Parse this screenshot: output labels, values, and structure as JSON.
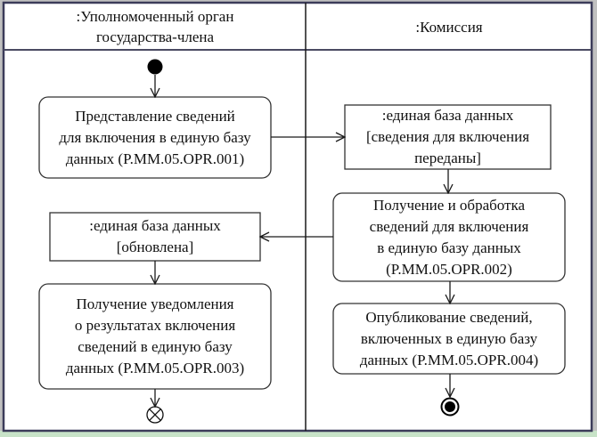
{
  "diagram": {
    "type": "UML activity diagram with swimlanes",
    "lanes": [
      {
        "id": "lane-member-state",
        "title_lines": [
          ":Уполномоченный орган",
          "государства-члена"
        ]
      },
      {
        "id": "lane-commission",
        "title_lines": [
          ":Комиссия"
        ]
      }
    ],
    "nodes": {
      "initial": {
        "kind": "initial-node",
        "lane": "lane-member-state"
      },
      "act1": {
        "kind": "action",
        "lane": "lane-member-state",
        "lines": [
          "Представление сведений",
          "для включения в единую базу",
          "данных (P.MM.05.OPR.001)"
        ]
      },
      "obj1": {
        "kind": "object",
        "lane": "lane-commission",
        "lines": [
          ":единая база данных",
          "[сведения для включения",
          "переданы]"
        ]
      },
      "act2": {
        "kind": "action",
        "lane": "lane-commission",
        "lines": [
          "Получение и обработка",
          "сведений для включения",
          "в единую базу данных",
          "(P.MM.05.OPR.002)"
        ]
      },
      "obj2": {
        "kind": "object",
        "lane": "lane-member-state",
        "lines": [
          ":единая база данных",
          "[обновлена]"
        ]
      },
      "act3": {
        "kind": "action",
        "lane": "lane-member-state",
        "lines": [
          "Получение уведомления",
          "о результатах включения",
          "сведений в единую базу",
          "данных (P.MM.05.OPR.003)"
        ]
      },
      "act4": {
        "kind": "action",
        "lane": "lane-commission",
        "lines": [
          "Опубликование сведений,",
          "включенных в единую базу",
          "данных (P.MM.05.OPR.004)"
        ]
      },
      "flow_final": {
        "kind": "flow-final-node",
        "lane": "lane-member-state"
      },
      "activity_final": {
        "kind": "activity-final-node",
        "lane": "lane-commission"
      }
    },
    "edges": [
      {
        "from": "initial",
        "to": "act1"
      },
      {
        "from": "act1",
        "to": "obj1"
      },
      {
        "from": "obj1",
        "to": "act2"
      },
      {
        "from": "act2",
        "to": "obj2"
      },
      {
        "from": "obj2",
        "to": "act3"
      },
      {
        "from": "act2",
        "to": "act4"
      },
      {
        "from": "act3",
        "to": "flow_final"
      },
      {
        "from": "act4",
        "to": "activity_final"
      }
    ],
    "colors": {
      "frame": "#3c3c5a",
      "line": "#1a1a1a",
      "box_border": "#3a3a3a",
      "background": "#ffffff",
      "outer_strip": "#c8e3c8"
    }
  }
}
